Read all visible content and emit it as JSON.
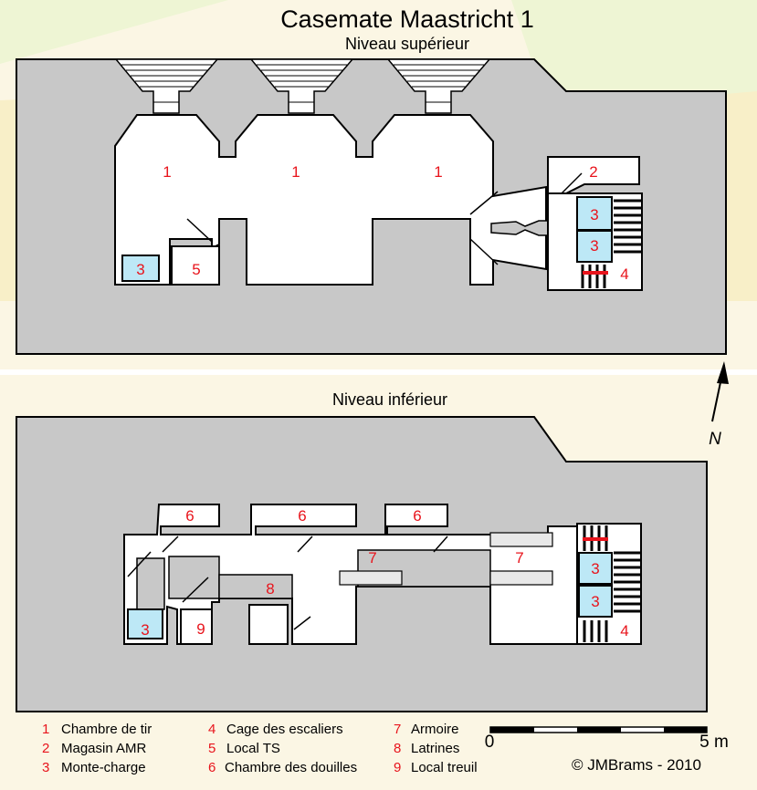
{
  "title": "Casemate Maastricht 1",
  "levels": {
    "upper": {
      "label": "Niveau supérieur",
      "rooms": [
        {
          "num": "1"
        },
        {
          "num": "1"
        },
        {
          "num": "1"
        },
        {
          "num": "2"
        },
        {
          "num": "3"
        },
        {
          "num": "3"
        },
        {
          "num": "4"
        },
        {
          "num": "3"
        },
        {
          "num": "5"
        }
      ]
    },
    "lower": {
      "label": "Niveau inférieur",
      "rooms": [
        {
          "num": "6"
        },
        {
          "num": "6"
        },
        {
          "num": "6"
        },
        {
          "num": "7"
        },
        {
          "num": "7"
        },
        {
          "num": "8"
        },
        {
          "num": "9"
        },
        {
          "num": "3"
        },
        {
          "num": "3"
        },
        {
          "num": "3"
        },
        {
          "num": "4"
        }
      ]
    }
  },
  "legend": [
    {
      "num": "1",
      "label": "Chambre de tir"
    },
    {
      "num": "2",
      "label": "Magasin AMR"
    },
    {
      "num": "3",
      "label": "Monte-charge"
    },
    {
      "num": "4",
      "label": "Cage des escaliers"
    },
    {
      "num": "5",
      "label": "Local TS"
    },
    {
      "num": "6",
      "label": "Chambre des douilles"
    },
    {
      "num": "7",
      "label": "Armoire"
    },
    {
      "num": "8",
      "label": "Latrines"
    },
    {
      "num": "9",
      "label": "Local treuil"
    }
  ],
  "scale": {
    "start": "0",
    "end": "5 m"
  },
  "north": "N",
  "credit": "©  JMBrams - 2010",
  "colors": {
    "concrete": "#c8c8c8",
    "floor": "#ffffff",
    "lift": "#bde8f6",
    "room_number": "#e8141c",
    "terrain_light": "#fbf6e4",
    "terrain_green": "#eef5d4",
    "terrain_sand": "#f8efc8"
  }
}
